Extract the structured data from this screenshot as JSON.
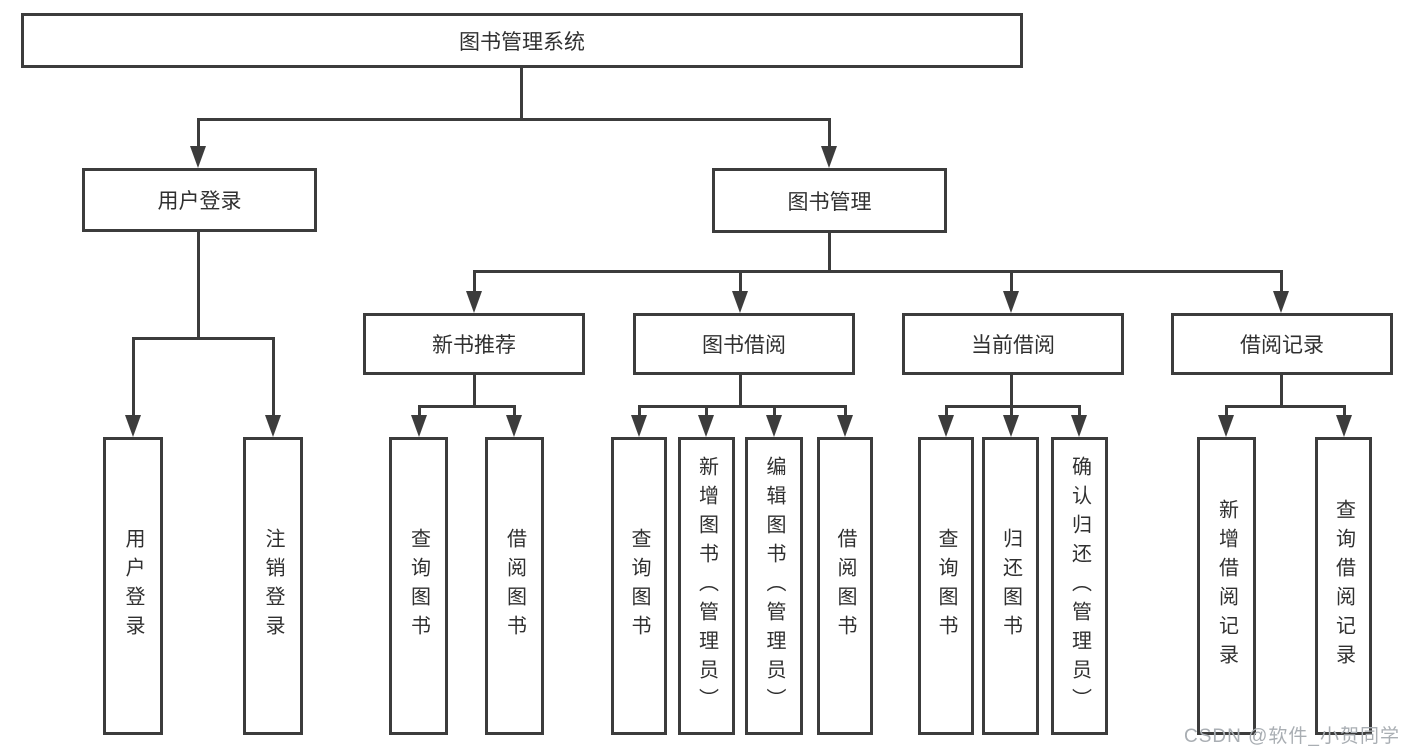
{
  "title": "图书管理系统",
  "tree": {
    "label": "图书管理系统",
    "children": [
      {
        "label": "用户登录",
        "children": [
          {
            "label": "用户登录"
          },
          {
            "label": "注销登录"
          }
        ]
      },
      {
        "label": "图书管理",
        "children": [
          {
            "label": "新书推荐",
            "children": [
              {
                "label": "查询图书"
              },
              {
                "label": "借阅图书"
              }
            ]
          },
          {
            "label": "图书借阅",
            "children": [
              {
                "label": "查询图书"
              },
              {
                "label": "新增图书（管理员）"
              },
              {
                "label": "编辑图书（管理员）"
              },
              {
                "label": "借阅图书"
              }
            ]
          },
          {
            "label": "当前借阅",
            "children": [
              {
                "label": "查询图书"
              },
              {
                "label": "归还图书"
              },
              {
                "label": "确认归还（管理员）"
              }
            ]
          },
          {
            "label": "借阅记录",
            "children": [
              {
                "label": "新增借阅记录"
              },
              {
                "label": "查询借阅记录"
              }
            ]
          }
        ]
      }
    ]
  },
  "watermark": "CSDN @软件_小贺同学",
  "colors": {
    "line": "#3c3c3c",
    "box_border": "#3c3c3c",
    "box_background": "#ffffff",
    "text": "#303030",
    "watermark": "#a9aeb3",
    "page_background": "#ffffff"
  }
}
